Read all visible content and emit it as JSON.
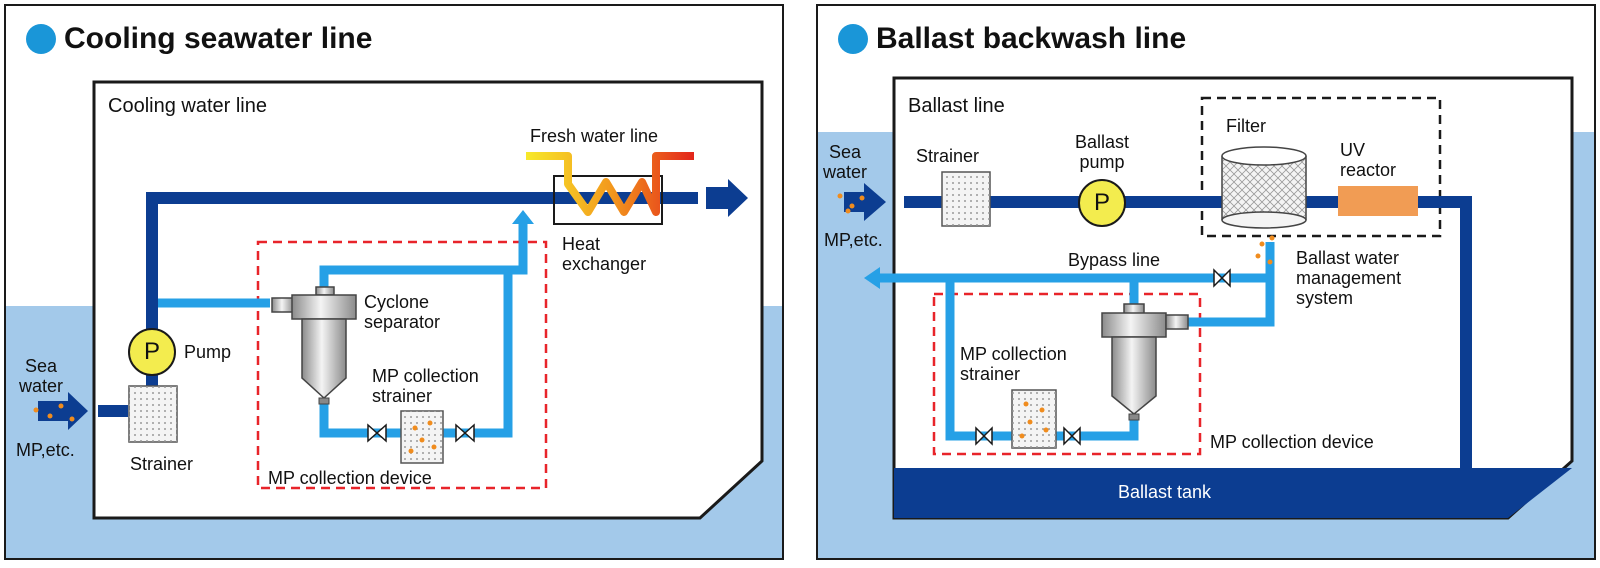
{
  "colors": {
    "title_dot": "#1a96d8",
    "sea": "#a3c9ea",
    "pipe_dark": "#0c3d91",
    "pipe_light": "#26a0e6",
    "pump": "#f3ec4e",
    "mp_box": "#e8242a",
    "particles": "#f08c1e",
    "uv_reactor": "#f19c54",
    "tank": "#0c3d91"
  },
  "left_panel": {
    "title": "Cooling seawater line",
    "hull_label": "Cooling water line",
    "fresh_water_label": "Fresh water line",
    "heat_exchanger_label": "Heat\nexchanger",
    "sea_water_label": "Sea\nwater",
    "mp_etc_label": "MP,etc.",
    "pump_symbol": "P",
    "pump_label": "Pump",
    "strainer_label": "Strainer",
    "cyclone_label": "Cyclone\nseparator",
    "mp_strainer_label": "MP collection\nstrainer",
    "mp_device_label": "MP collection device"
  },
  "right_panel": {
    "title": "Ballast backwash line",
    "hull_label": "Ballast line",
    "sea_water_label": "Sea\nwater",
    "mp_etc_label": "MP,etc.",
    "strainer_label": "Strainer",
    "ballast_pump_label": "Ballast\npump",
    "pump_symbol": "P",
    "filter_label": "Filter",
    "uv_reactor_label": "UV\nreactor",
    "bypass_label": "Bypass line",
    "bwms_label": "Ballast water\nmanagement\nsystem",
    "mp_strainer_label": "MP collection\nstrainer",
    "mp_device_label": "MP collection device",
    "tank_label": "Ballast tank"
  }
}
